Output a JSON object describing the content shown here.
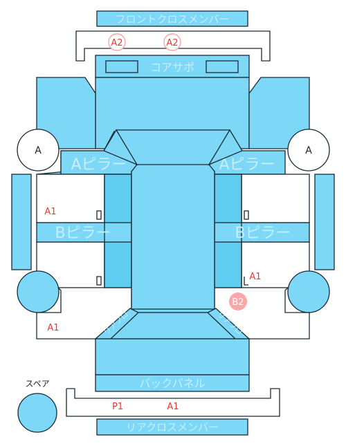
{
  "labels": {
    "front_cross_member": "フロントクロスメンバー",
    "core_support": "コアサポ",
    "a_pillar": "Aピラー",
    "b_pillar": "Bピラー",
    "rear_side_left": "リアフロ",
    "rear_side_right": "リアフロ",
    "back_panel": "バックパネル",
    "spare": "スペア",
    "rear_cross_member": "リアクロスメンバー",
    "wheel_a": "A"
  },
  "damage_codes": {
    "front_a2_left": "A2",
    "front_a2_right": "A2",
    "left_a1_upper": "A1",
    "left_a1_lower": "A1",
    "right_a1": "A1",
    "right_b2": "B2",
    "rear_p1": "P1",
    "rear_a1": "A1"
  },
  "colors": {
    "panel": "#7dd8f8",
    "panel_dark": "#5fcdf0",
    "label": "#c7eefc",
    "damage": "#e53935",
    "b2_badge": "#f8a8a8"
  }
}
